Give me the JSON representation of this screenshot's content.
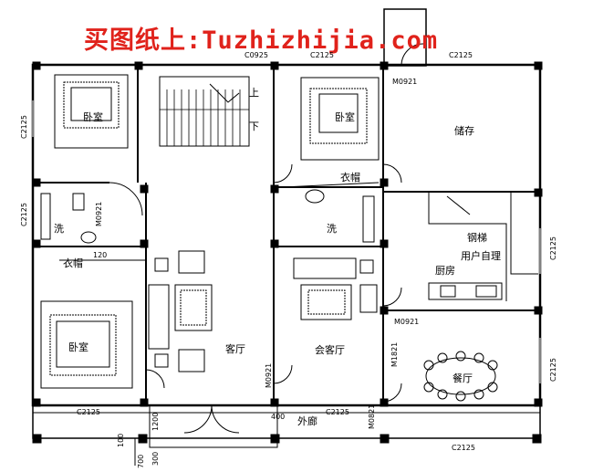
{
  "watermark": "买图纸上:Tuzhizhijia.com",
  "rooms": {
    "bedroom_top_left": "卧室",
    "bedroom_top_right": "卧室",
    "bedroom_bottom_left": "卧室",
    "storage": "储存",
    "wash_left": "洗",
    "wash_right": "洗",
    "wardrobe_left": "衣帽",
    "wardrobe_right": "衣帽",
    "living_room": "客厅",
    "reception": "会客厅",
    "kitchen": "厨房",
    "steel_stair": "钢梯",
    "user_note": "用户自理",
    "dining": "餐厅",
    "veranda": "外廊",
    "stair_up": "上",
    "stair_down": "下"
  },
  "dimensions": {
    "c0925": "C0925",
    "c2125_top": "C2125",
    "c2125_top_right": "C2125",
    "c2125_left_top": "C2125",
    "c2125_left_mid": "C2125",
    "c2125_right_kitchen": "C2125",
    "c2125_right_dining": "C2125",
    "c2125_bottom_left": "C2125",
    "c2125_bottom_mid": "C2125",
    "c2125_bottom_right": "C2125",
    "m0921_storage": "M0921",
    "m0921_kitchen": "M0921",
    "m0921_left_bath": "M0921",
    "m0921_reception": "M0921",
    "m1821": "M1821",
    "m0821": "M0821",
    "dim_120": "120",
    "dim_1200": "1200",
    "dim_400": "400",
    "dim_300": "300",
    "dim_100": "100",
    "dim_700": "700"
  }
}
